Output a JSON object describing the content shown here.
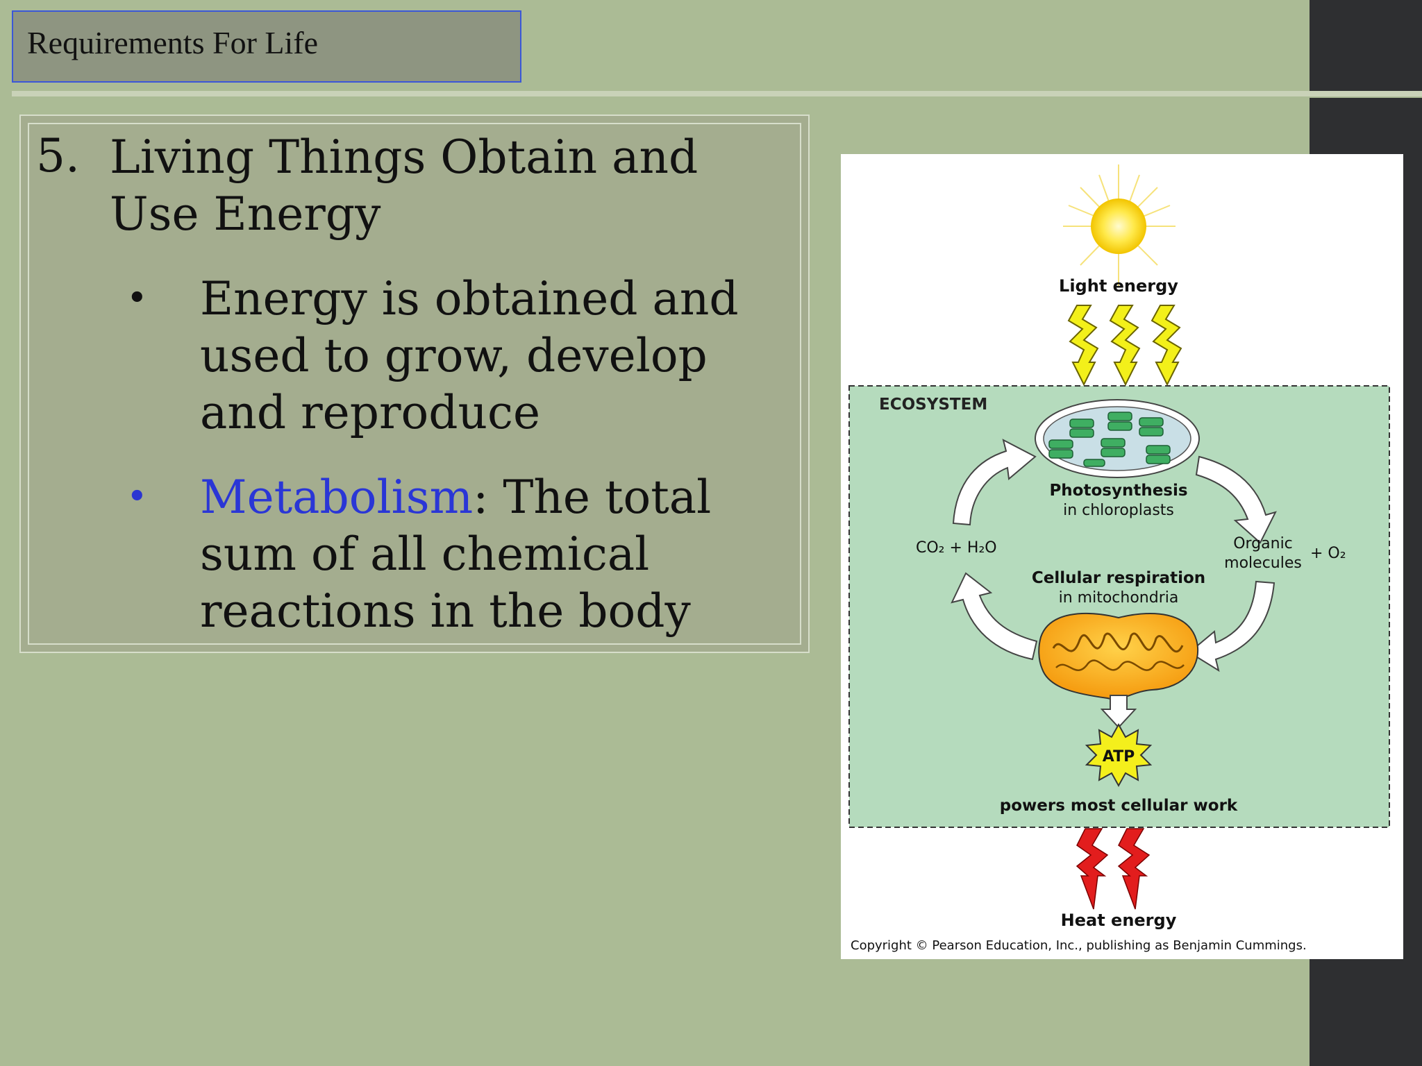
{
  "slide": {
    "title": "Requirements For Life",
    "heading_number": "5.",
    "heading": "Living Things Obtain and Use Energy",
    "bullets": [
      {
        "symbol": "•",
        "text": "Energy is obtained and used to grow, develop and reproduce"
      },
      {
        "symbol": "•",
        "term": "Metabolism",
        "rest": ":  The total sum of all chemical reactions in the body"
      }
    ]
  },
  "figure": {
    "light_label": "Light energy",
    "ecosystem_label": "ECOSYSTEM",
    "photo_title": "Photosynthesis",
    "photo_sub": "in chloroplasts",
    "co2_label": "CO₂ + H₂O",
    "organic_line1": "Organic",
    "organic_line2": "molecules",
    "o2_label": "+ O₂",
    "resp_title": "Cellular respiration",
    "resp_sub": "in mitochondria",
    "atp_label": "ATP",
    "powers_label": "powers most cellular work",
    "heat_label": "Heat energy",
    "copyright": "Copyright © Pearson Education, Inc., publishing as Benjamin Cummings."
  },
  "colors": {
    "background": "#abbb95",
    "title_border": "#3b57d8",
    "accent_blue": "#2a36d6",
    "ecosystem_fill": "#b5dbbd",
    "heat_red": "#e21d1d",
    "light_yellow": "#f3f01a"
  }
}
